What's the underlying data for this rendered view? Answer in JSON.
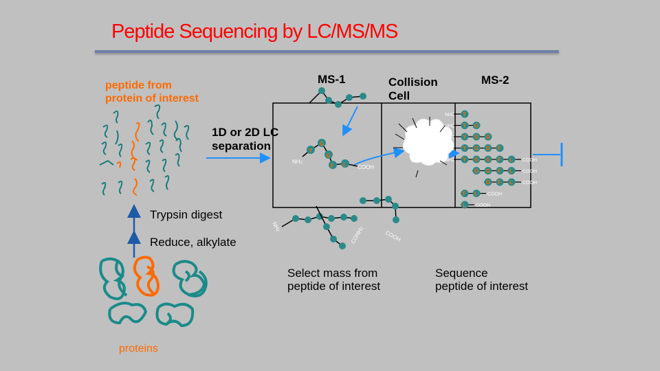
{
  "title": "Peptide Sequencing by LC/MS/MS",
  "labels": {
    "peptide_source_line1": "peptide from",
    "peptide_source_line2": "protein of interest",
    "lc_line1": "1D or 2D LC",
    "lc_line2": "separation",
    "ms1": "MS-1",
    "collision_line1": "Collision",
    "collision_line2": "Cell",
    "ms2": "MS-2",
    "trypsin": "Trypsin digest",
    "reduce": "Reduce, alkylate",
    "select_line1": "Select mass from",
    "select_line2": "peptide of interest",
    "sequence_line1": "Sequence",
    "sequence_line2": "peptide of interest",
    "proteins": "proteins"
  },
  "chem": {
    "nh2": "NH",
    "sub2": "2",
    "cooh": "COOH"
  },
  "peptide_residues": [
    "Y",
    "G",
    "G",
    "F",
    "L"
  ],
  "fragment_ladder": [
    [
      "Y"
    ],
    [
      "Y",
      "G"
    ],
    [
      "Y",
      "G",
      "G"
    ],
    [
      "Y",
      "G",
      "G",
      "F"
    ],
    [
      "Y",
      "G",
      "G",
      "F",
      "L"
    ],
    [
      "G",
      "G",
      "F",
      "L"
    ],
    [
      "G",
      "F",
      "L"
    ],
    [
      "F",
      "L"
    ],
    [
      "L"
    ]
  ],
  "colors": {
    "title": "#ff0000",
    "accent": "#ff6a00",
    "residue": "#2a8a8a",
    "arrow": "#1e90ff",
    "background": "#c0c0c0"
  }
}
